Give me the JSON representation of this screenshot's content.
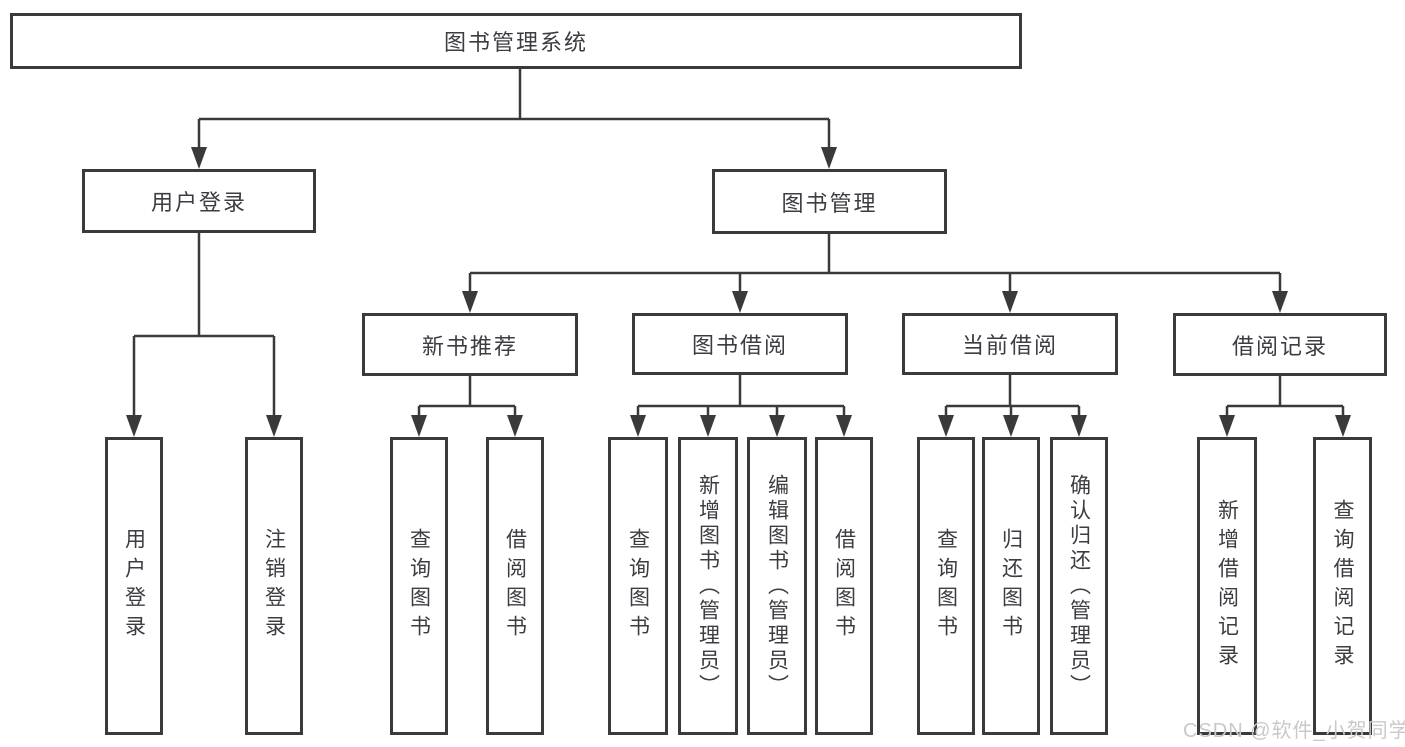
{
  "diagram": {
    "root": {
      "label": "图书管理系统"
    },
    "branches": [
      {
        "label": "用户登录",
        "children": [
          {
            "label": "用户登录"
          },
          {
            "label": "注销登录"
          }
        ]
      },
      {
        "label": "图书管理",
        "children": [
          {
            "label": "新书推荐",
            "children": [
              {
                "label": "查询图书"
              },
              {
                "label": "借阅图书"
              }
            ]
          },
          {
            "label": "图书借阅",
            "children": [
              {
                "label": "查询图书"
              },
              {
                "label": "新增图书（管理员）"
              },
              {
                "label": "编辑图书（管理员）"
              },
              {
                "label": "借阅图书"
              }
            ]
          },
          {
            "label": "当前借阅",
            "children": [
              {
                "label": "查询图书"
              },
              {
                "label": "归还图书"
              },
              {
                "label": "确认归还（管理员）"
              }
            ]
          },
          {
            "label": "借阅记录",
            "children": [
              {
                "label": "新增借阅记录"
              },
              {
                "label": "查询借阅记录"
              }
            ]
          }
        ]
      }
    ]
  },
  "watermark": {
    "text": "CSDN @软件_小贺同学"
  },
  "colors": {
    "line": "#3a3a3a",
    "box_border": "#3a3a3a",
    "text": "#3c3c42",
    "watermark": "#c9c9c9",
    "background": "#ffffff"
  }
}
